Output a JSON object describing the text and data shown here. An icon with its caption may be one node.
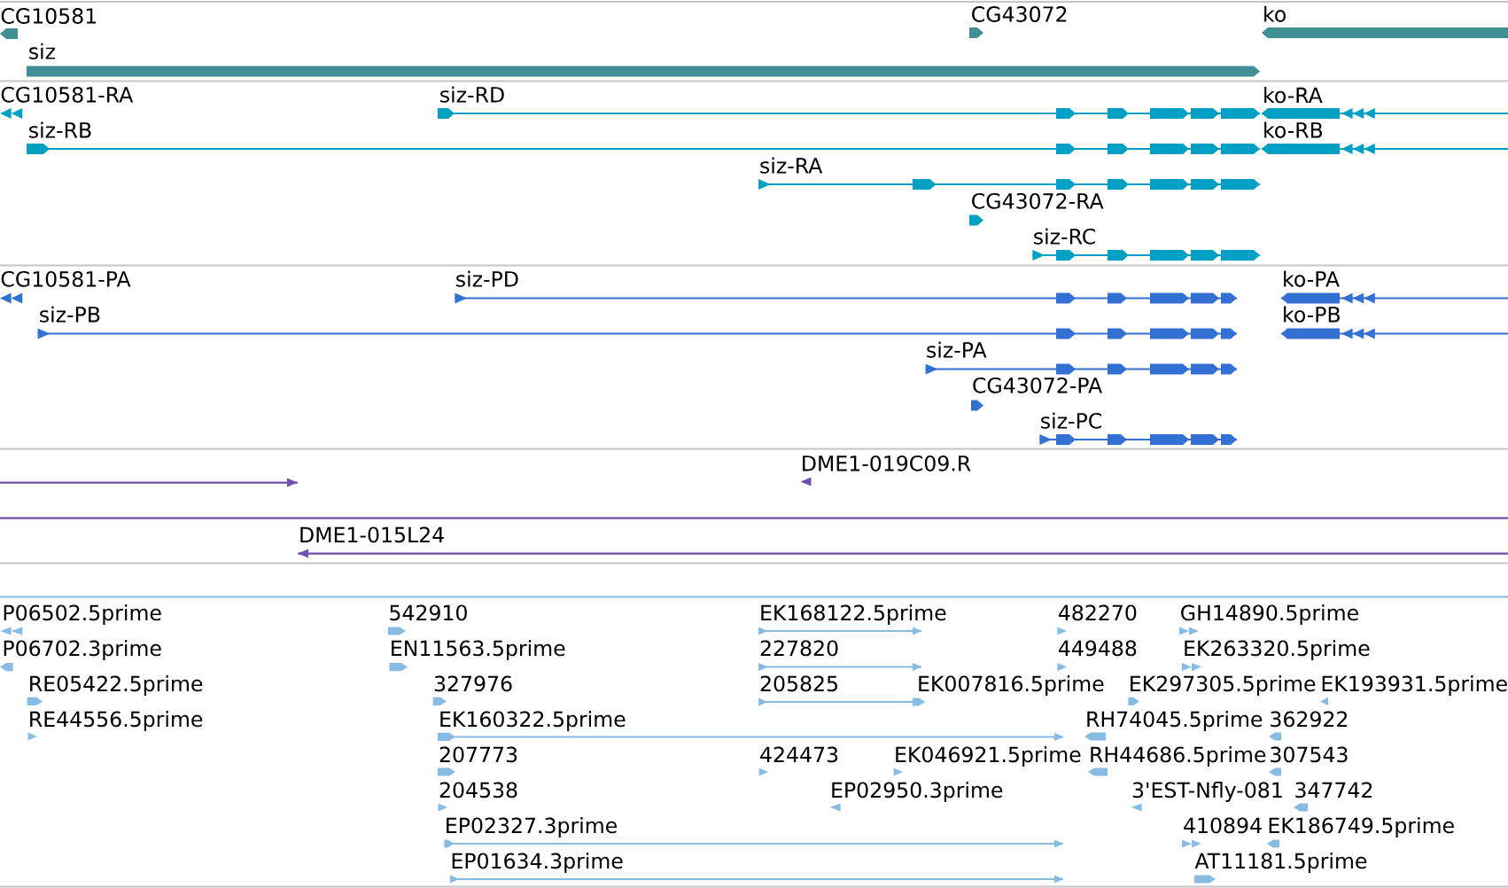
{
  "diagram": {
    "nodes": [
      {
        "text": [
          "CG10581"
        ]
      },
      {
        "text": [
          "CG43072"
        ]
      },
      {
        "text": [
          "ko"
        ]
      },
      {
        "text": [
          "siz"
        ]
      },
      {
        "text": [
          "CG10581-RA"
        ]
      },
      {
        "text": [
          "siz-RD"
        ]
      },
      {
        "text": [
          "ko-RA"
        ]
      },
      {
        "text": [
          "siz-RB"
        ]
      },
      {
        "text": [
          "ko-RB"
        ]
      },
      {
        "text": [
          "siz-RA"
        ]
      },
      {
        "text": [
          "CG43072-RA"
        ]
      },
      {
        "text": [
          "siz-RC"
        ]
      },
      {
        "text": [
          "CG10581-PA"
        ]
      },
      {
        "text": [
          "siz-PD"
        ]
      },
      {
        "text": [
          "ko-PA"
        ]
      },
      {
        "text": [
          "siz-PB"
        ]
      },
      {
        "text": [
          "ko-PB"
        ]
      },
      {
        "text": [
          "siz-PA"
        ]
      },
      {
        "text": [
          "CG43072-PA"
        ]
      },
      {
        "text": [
          "siz-PC"
        ]
      },
      {
        "text": [],
        "shape": "arrow"
      },
      {
        "text": [
          "DME1-019C09.R"
        ]
      },
      {
        "text": [],
        "shape": "line"
      },
      {
        "text": [
          "DME1-015L24"
        ]
      },
      {
        "text": [],
        "shape": "line"
      },
      {
        "text": [
          "P06502.5prime"
        ]
      },
      {
        "text": [
          "542910"
        ]
      },
      {
        "text": [
          "EK168122.5prime"
        ]
      },
      {
        "text": [
          "482270"
        ]
      },
      {
        "text": [
          "GH14890.5prime"
        ]
      },
      {
        "text": [
          "P06702.3prime"
        ]
      },
      {
        "text": [
          "EN11563.5prime"
        ]
      },
      {
        "text": [
          "227820"
        ]
      },
      {
        "text": [
          "449488"
        ]
      },
      {
        "text": [
          "EK263320.5prime"
        ]
      },
      {
        "text": [
          "RE05422.5prime"
        ]
      },
      {
        "text": [
          "327976"
        ]
      },
      {
        "text": [
          "205825"
        ]
      },
      {
        "text": [
          "EK007816.5prime"
        ]
      },
      {
        "text": [
          "EK297305.5prime"
        ]
      },
      {
        "text": [
          "EK193931.5prime"
        ]
      },
      {
        "text": [
          "RE44556.5prime"
        ]
      },
      {
        "text": [
          "EK160322.5prime"
        ]
      },
      {
        "text": [
          "RH74045.5prime"
        ]
      },
      {
        "text": [
          "362922"
        ]
      },
      {
        "text": [
          "207773"
        ]
      },
      {
        "text": [
          "424473"
        ]
      },
      {
        "text": [
          "EK046921.5prime"
        ]
      },
      {
        "text": [
          "RH44686.5prime"
        ]
      },
      {
        "text": [
          "307543"
        ]
      },
      {
        "text": [
          "204538"
        ]
      },
      {
        "text": [
          "EP02950.3prime"
        ]
      },
      {
        "text": [
          "3'EST-Nfly-081"
        ]
      },
      {
        "text": [
          "347742"
        ]
      },
      {
        "text": [
          "EP02327.3prime"
        ]
      },
      {
        "text": [
          "410894"
        ]
      },
      {
        "text": [
          "EK186749.5prime"
        ]
      },
      {
        "text": [
          "EP01634.3prime"
        ]
      },
      {
        "text": [
          "AT11181.5prime"
        ]
      }
    ]
  }
}
